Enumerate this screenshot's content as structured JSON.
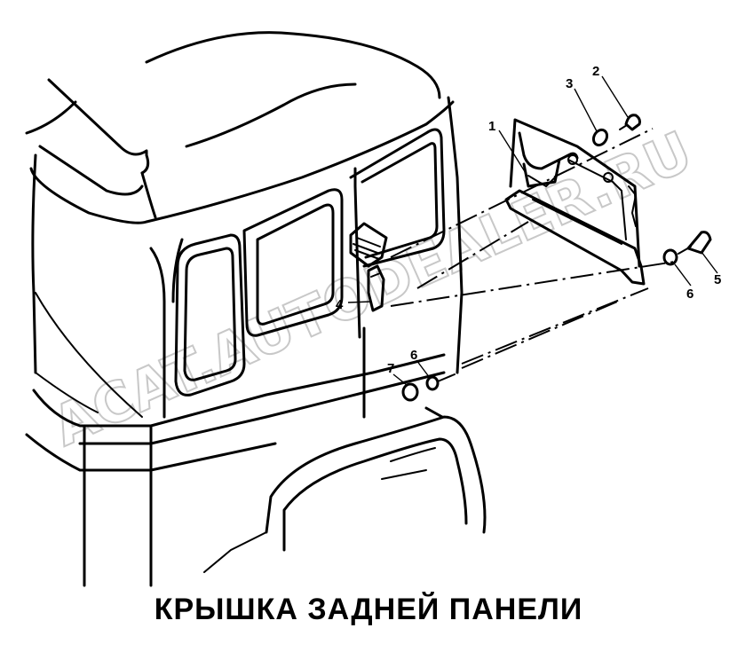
{
  "caption": "КРЫШКА ЗАДНЕЙ ПАНЕЛИ",
  "watermark": "ACAT.AUTODEALER.RU",
  "callouts": {
    "c1": "1",
    "c2": "2",
    "c3": "3",
    "c4": "4",
    "c5": "5",
    "c6a": "6",
    "c6b": "6",
    "c7": "7"
  }
}
